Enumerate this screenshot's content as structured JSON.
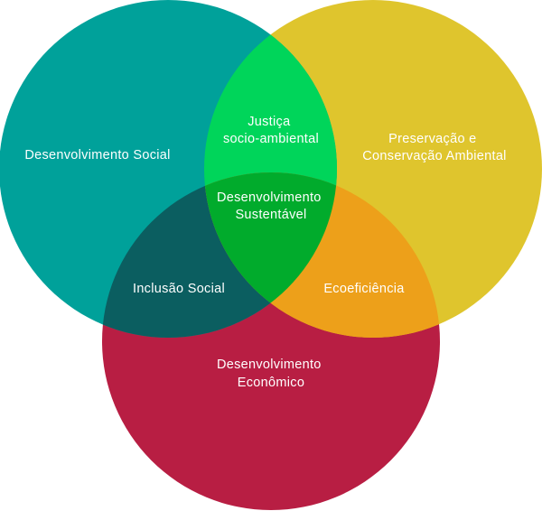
{
  "diagram": {
    "circles": {
      "social": {
        "label": "Desenvolvimento Social",
        "color": "#00a19a"
      },
      "ambiental": {
        "label": [
          "Preservação e",
          "Conservação Ambiental"
        ],
        "color": "#dfc52d"
      },
      "economico": {
        "label": [
          "Desenvolvimento",
          "Econômico"
        ],
        "color": "#b81e43"
      }
    },
    "intersections": {
      "social_ambiental": {
        "label": [
          "Justiça",
          "socio-ambiental"
        ],
        "color": "#00d55a"
      },
      "social_economico": {
        "label": "Inclusão Social",
        "color": "#0b5e60"
      },
      "ambiental_economico": {
        "label": "Ecoeficiência",
        "color": "#eda01a"
      },
      "center": {
        "label": [
          "Desenvolvimento",
          "Sustentável"
        ],
        "color": "#01ab2c"
      }
    }
  }
}
